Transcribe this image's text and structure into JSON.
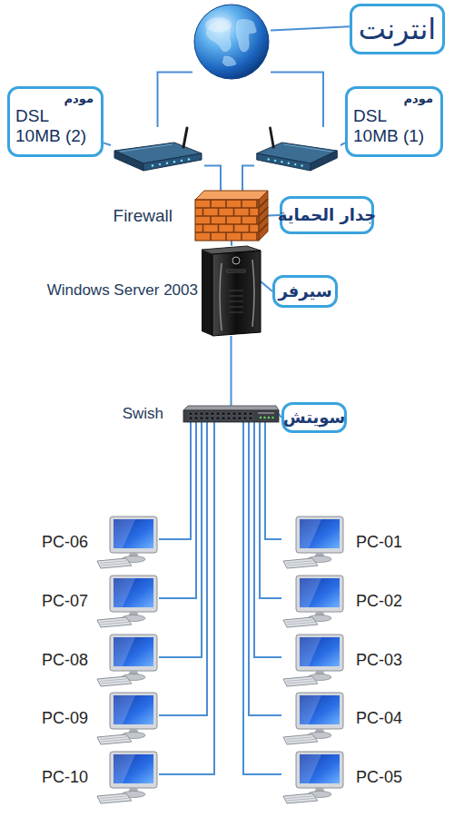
{
  "diagram": {
    "nodes": [
      {
        "text": []
      },
      {
        "text": [
          "انترنت"
        ]
      },
      {
        "text": [
          "مودم",
          "DSL 10MB (2)"
        ]
      },
      {
        "text": []
      },
      {
        "text": []
      },
      {
        "text": [
          "مودم",
          "DSL 10MB (1)"
        ]
      },
      {
        "text": [
          "Firewall"
        ]
      },
      {
        "text": [
          "جدار الحماية"
        ]
      },
      {
        "text": [
          "Windows Server 2003"
        ]
      },
      {
        "text": [
          "سيرفر"
        ]
      },
      {
        "text": [
          "Swish"
        ]
      },
      {
        "text": [
          "سويتش"
        ]
      },
      {
        "text": [
          "PC-06"
        ]
      },
      {
        "text": [
          "PC-01"
        ]
      },
      {
        "text": [
          "PC-07"
        ]
      },
      {
        "text": [
          "PC-02"
        ]
      },
      {
        "text": [
          "PC-08"
        ]
      },
      {
        "text": [
          "PC-03"
        ]
      },
      {
        "text": [
          "PC-09"
        ]
      },
      {
        "text": [
          "PC-04"
        ]
      },
      {
        "text": [
          "PC-10"
        ]
      },
      {
        "text": [
          "PC-05"
        ]
      }
    ],
    "edges": [
      {
        "from": 1,
        "to": 0,
        "arrow": "none"
      },
      {
        "from": 0,
        "to": 3,
        "arrow": "none"
      },
      {
        "from": 0,
        "to": 4,
        "arrow": "none"
      },
      {
        "from": 2,
        "to": 3,
        "arrow": "none"
      },
      {
        "from": 5,
        "to": 4,
        "arrow": "none"
      },
      {
        "from": 3,
        "to": 6,
        "arrow": "none"
      },
      {
        "from": 4,
        "to": 6,
        "arrow": "none"
      },
      {
        "from": 6,
        "to": 7,
        "arrow": "none"
      },
      {
        "from": 6,
        "to": 8,
        "arrow": "none"
      },
      {
        "from": 8,
        "to": 9,
        "arrow": "none"
      },
      {
        "from": 8,
        "to": 10,
        "arrow": "none"
      },
      {
        "from": 10,
        "to": 11,
        "arrow": "none"
      },
      {
        "from": 10,
        "to": 12,
        "arrow": "none"
      },
      {
        "from": 10,
        "to": 13,
        "arrow": "none"
      },
      {
        "from": 10,
        "to": 14,
        "arrow": "none"
      },
      {
        "from": 10,
        "to": 15,
        "arrow": "none"
      },
      {
        "from": 10,
        "to": 16,
        "arrow": "none"
      },
      {
        "from": 10,
        "to": 17,
        "arrow": "none"
      },
      {
        "from": 10,
        "to": 18,
        "arrow": "none"
      },
      {
        "from": 10,
        "to": 19,
        "arrow": "none"
      },
      {
        "from": 10,
        "to": 20,
        "arrow": "none"
      },
      {
        "from": 10,
        "to": 21,
        "arrow": "none"
      }
    ]
  }
}
